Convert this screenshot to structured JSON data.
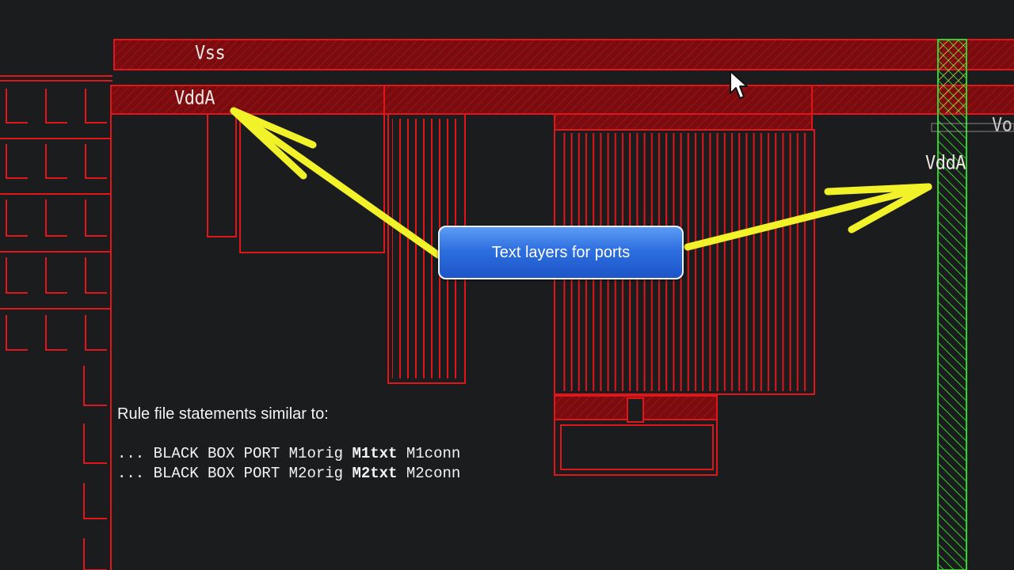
{
  "layout": {
    "labels": {
      "vss": "Vss",
      "vdda_left": "VddA",
      "vdda_right": "VddA",
      "edge_clipped": "Vo"
    },
    "colors": {
      "background": "#1b1c1e",
      "metal": "#e0161a",
      "metal_fill": "#7a0c10",
      "strap": "#33d22a",
      "arrow": "#f2f22a"
    }
  },
  "callout": {
    "text": "Text layers for ports",
    "color": "#2e6fe0"
  },
  "rule_file": {
    "heading": "Rule file statements similar to:",
    "lines": [
      {
        "prefix": "... BLACK BOX PORT M1orig ",
        "bold": "M1txt",
        "suffix": " M1conn"
      },
      {
        "prefix": "... BLACK BOX PORT M2orig ",
        "bold": "M2txt",
        "suffix": " M2conn"
      }
    ]
  },
  "icons": {
    "cursor": "mouse-pointer-icon",
    "arrows": "highlight-arrow-icon"
  }
}
